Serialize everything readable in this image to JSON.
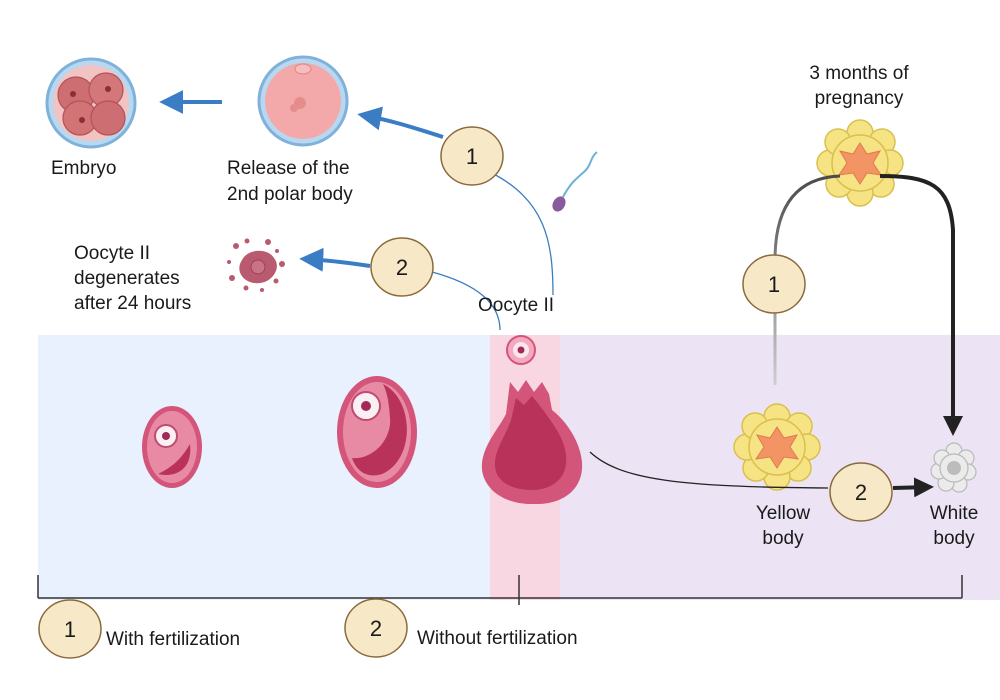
{
  "labels": {
    "embryo": "Embryo",
    "release_polar": [
      "Release of the",
      "2nd polar body"
    ],
    "oocyte_degenerates": [
      "Oocyte II",
      "degenerates",
      "after 24 hours"
    ],
    "oocyte_ii": "Oocyte II",
    "pregnancy": [
      "3 months of",
      "pregnancy"
    ],
    "yellow_body": [
      "Yellow",
      "body"
    ],
    "white_body": [
      "White",
      "body"
    ]
  },
  "badges": {
    "fert_path": "1",
    "nofert_path": "2",
    "pregnancy_path": "1",
    "regression_path": "2"
  },
  "legend": [
    {
      "number": "1",
      "text": "With fertilization"
    },
    {
      "number": "2",
      "text": "Without fertilization"
    }
  ],
  "colors": {
    "zone_fertilization": "#e8f1fd",
    "zone_ovulation": "#f8d7e3",
    "zone_luteal": "#ece4f5",
    "follicle": "#d3557a",
    "follicle_dark": "#b8325a",
    "corpus_yellow": "#f6e383",
    "corpus_orange": "#f39464",
    "corpus_white": "#e1e1e1",
    "arrow_blue": "#3a7dc4",
    "arrow_black": "#222222",
    "badge_fill": "#f7e9c8",
    "badge_stroke": "#8a6a3a"
  }
}
